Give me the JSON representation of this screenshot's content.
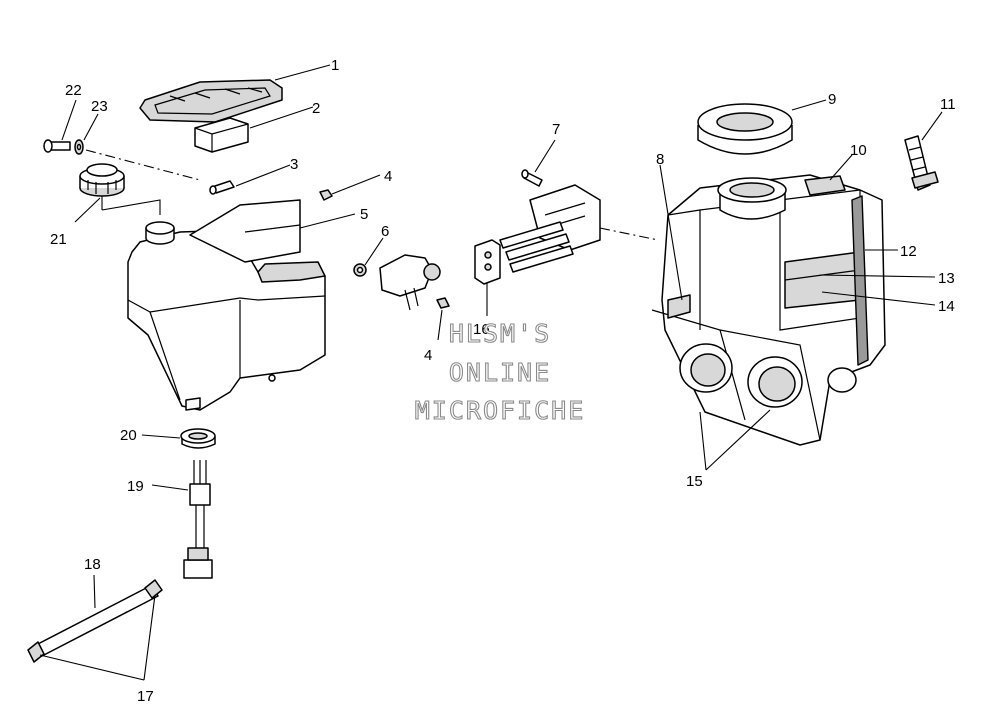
{
  "callouts": {
    "c1": "1",
    "c2": "2",
    "c3": "3",
    "c4a": "4",
    "c4b": "4",
    "c5": "5",
    "c6": "6",
    "c7": "7",
    "c8": "8",
    "c9": "9",
    "c10": "10",
    "c11": "11",
    "c12": "12",
    "c13": "13",
    "c14": "14",
    "c15": "15",
    "c16": "16",
    "c17": "17",
    "c18": "18",
    "c19": "19",
    "c20": "20",
    "c21": "21",
    "c22": "22",
    "c23": "23"
  },
  "watermark": {
    "line1": "HLSM'S",
    "line2": "ONLINE",
    "line3": "MICROFICHE",
    "color": "#8a8a8a"
  }
}
